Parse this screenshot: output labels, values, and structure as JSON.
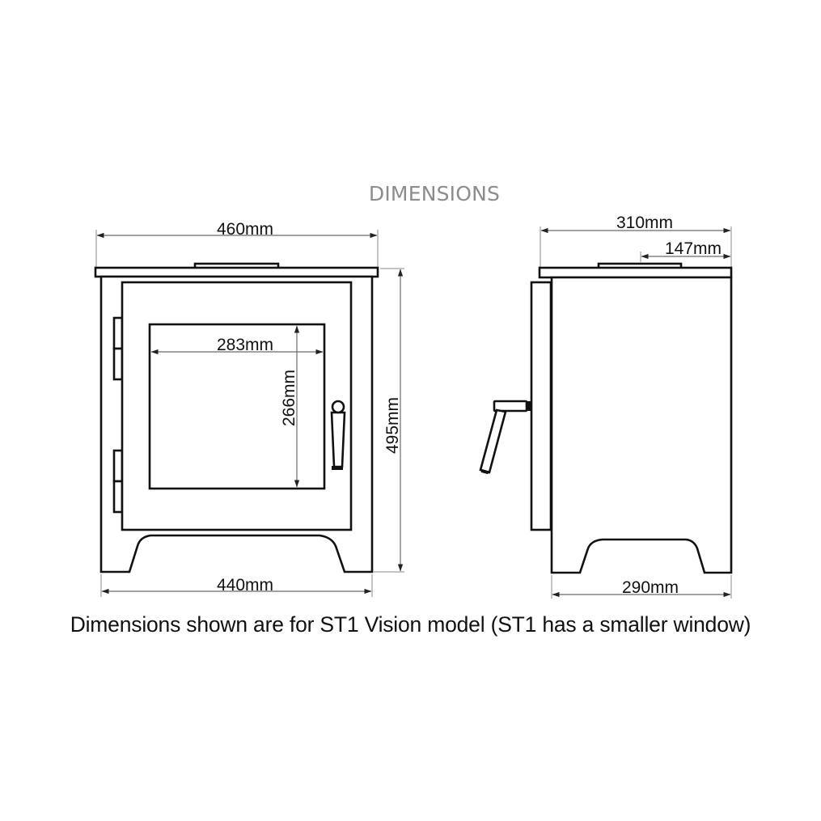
{
  "diagram": {
    "title": "DIMENSIONS",
    "title_color": "#8c8c8c",
    "line_color": "#111111",
    "dimension_line_color": "#6b6b6b",
    "front_view": {
      "label": "Front view",
      "dimensions": {
        "overall_width": "460mm",
        "base_width": "440mm",
        "overall_height": "495mm",
        "window_width": "283mm",
        "window_height": "266mm"
      },
      "components": [
        "top-plate",
        "flue-collar",
        "body",
        "door",
        "glass-window",
        "door-handle",
        "upper-hinge",
        "lower-hinge",
        "base-feet"
      ]
    },
    "side_view": {
      "label": "Side view",
      "dimensions": {
        "overall_depth": "310mm",
        "flue_offset": "147mm",
        "base_depth": "290mm"
      },
      "components": [
        "top-plate",
        "flue-collar",
        "body",
        "door-profile",
        "door-handle-lever",
        "base-feet"
      ]
    },
    "caption": "Dimensions shown are for ST1 Vision model (ST1 has a smaller window)"
  }
}
